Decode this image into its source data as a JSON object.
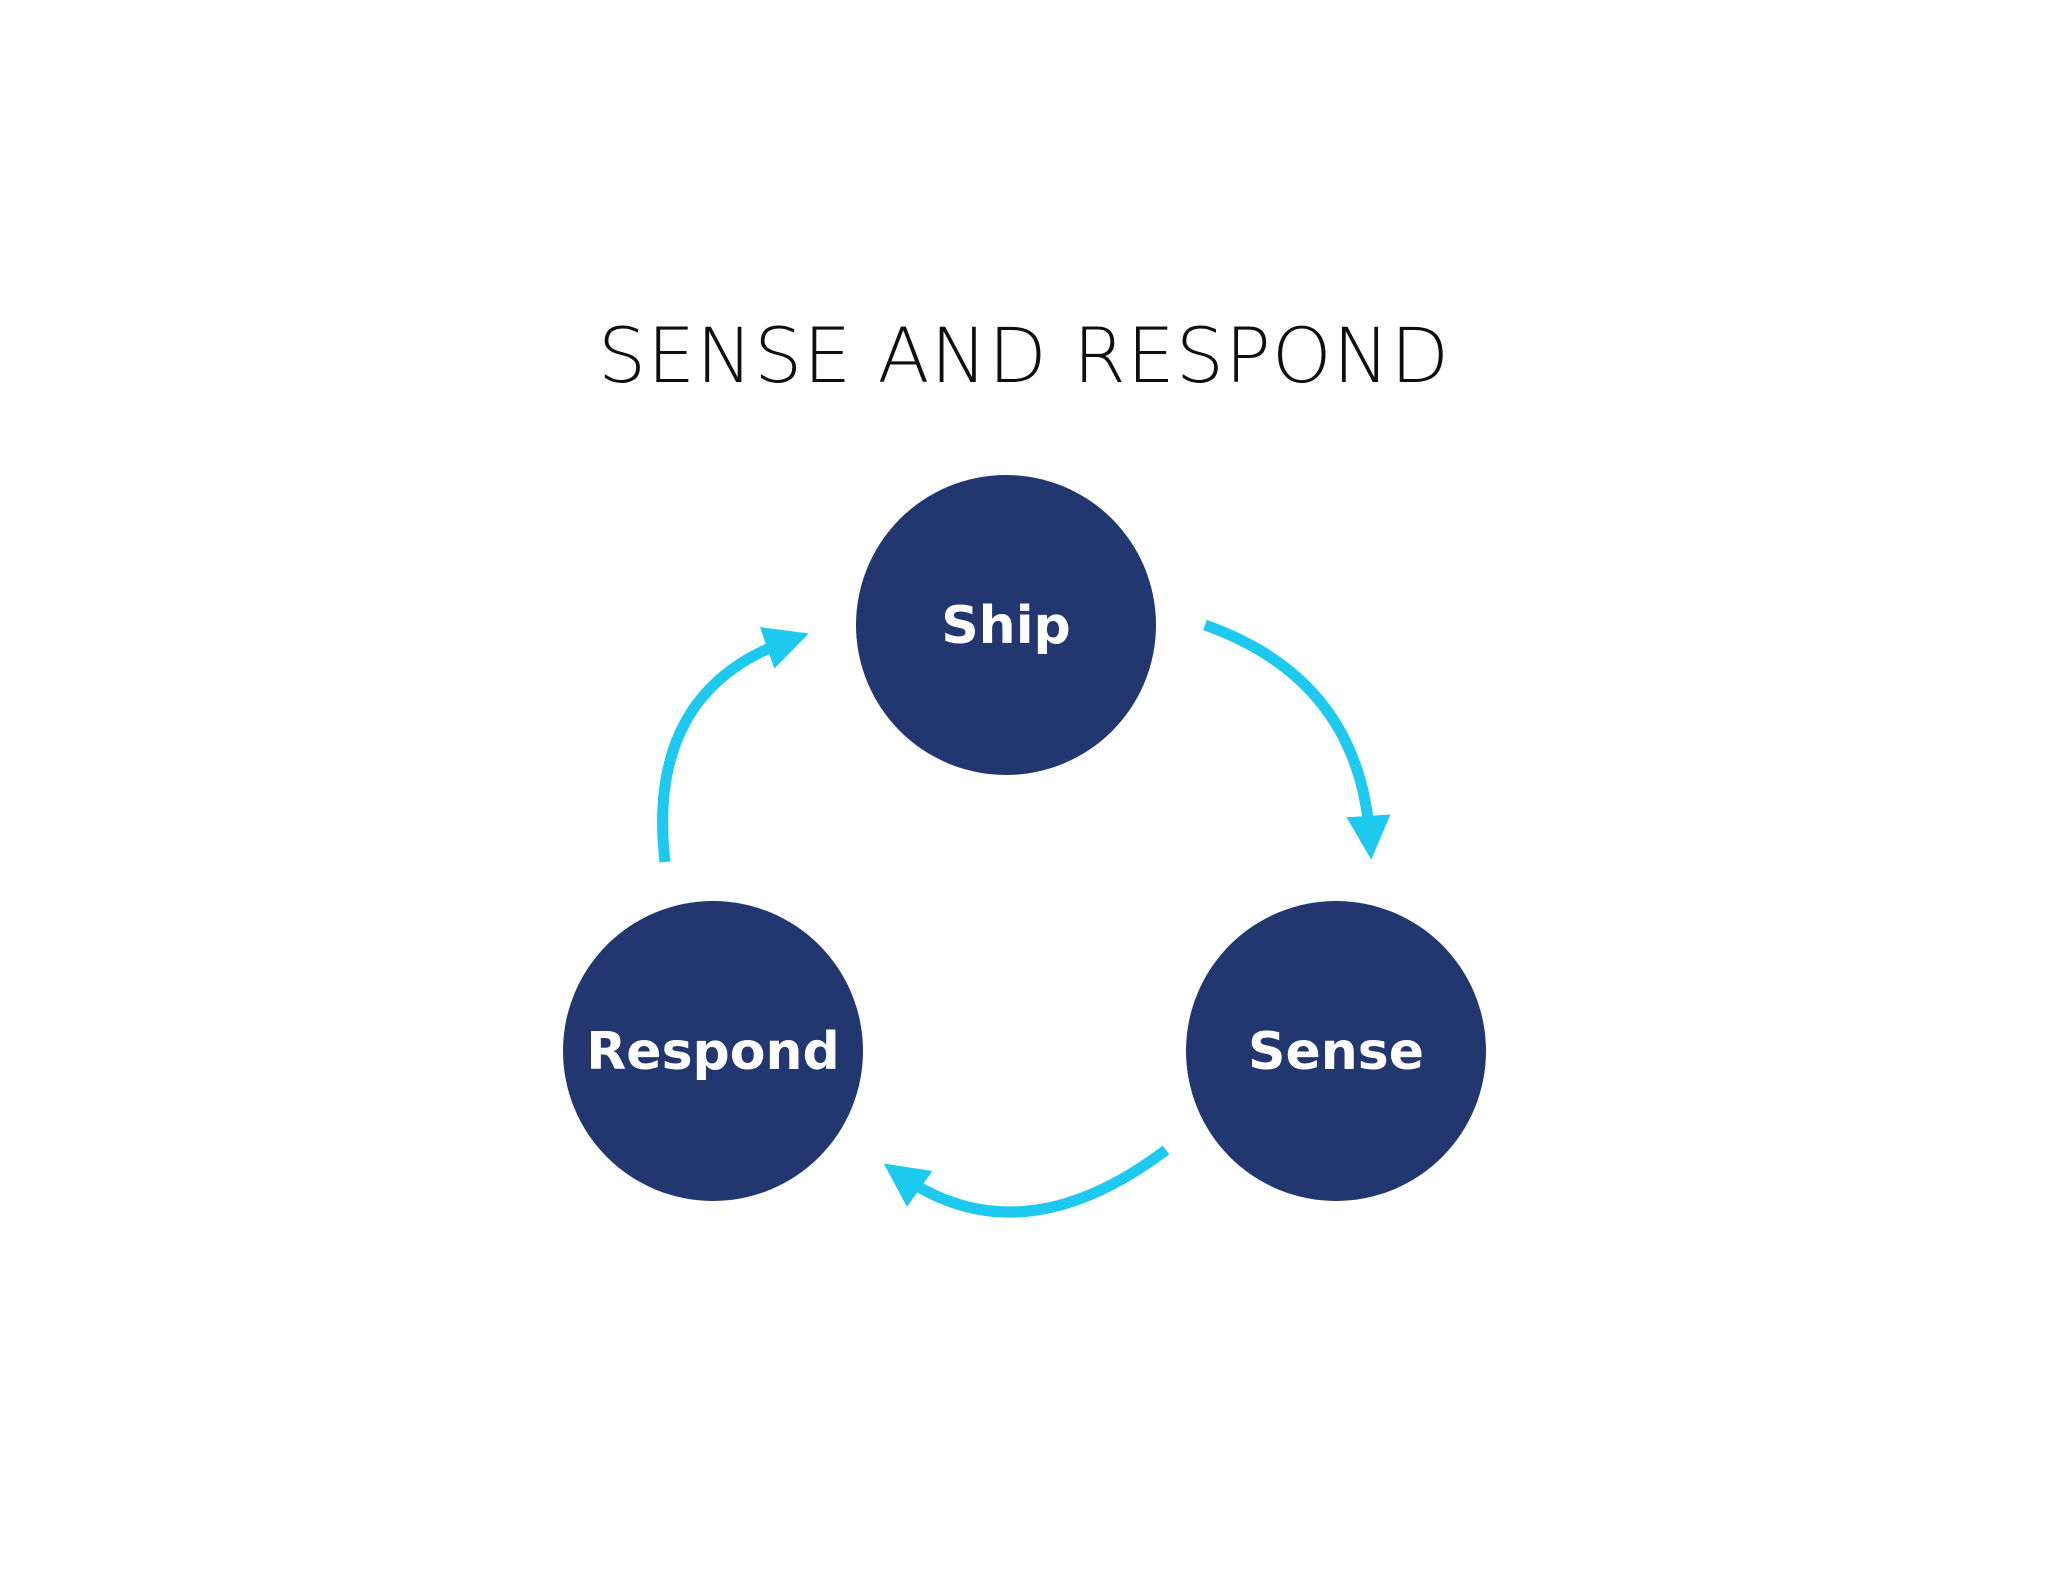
{
  "title": "SENSE AND RESPOND",
  "nodes": [
    {
      "id": "ship",
      "label": "Ship"
    },
    {
      "id": "sense",
      "label": "Sense"
    },
    {
      "id": "respond",
      "label": "Respond"
    }
  ],
  "edges": [
    {
      "from": "ship",
      "to": "sense"
    },
    {
      "from": "sense",
      "to": "respond"
    },
    {
      "from": "respond",
      "to": "ship"
    }
  ],
  "colors": {
    "node_fill": "#22376f",
    "arrow": "#1dc9ee",
    "label": "#ffffff",
    "title": "#0e0e10",
    "background": "#ffffff"
  }
}
